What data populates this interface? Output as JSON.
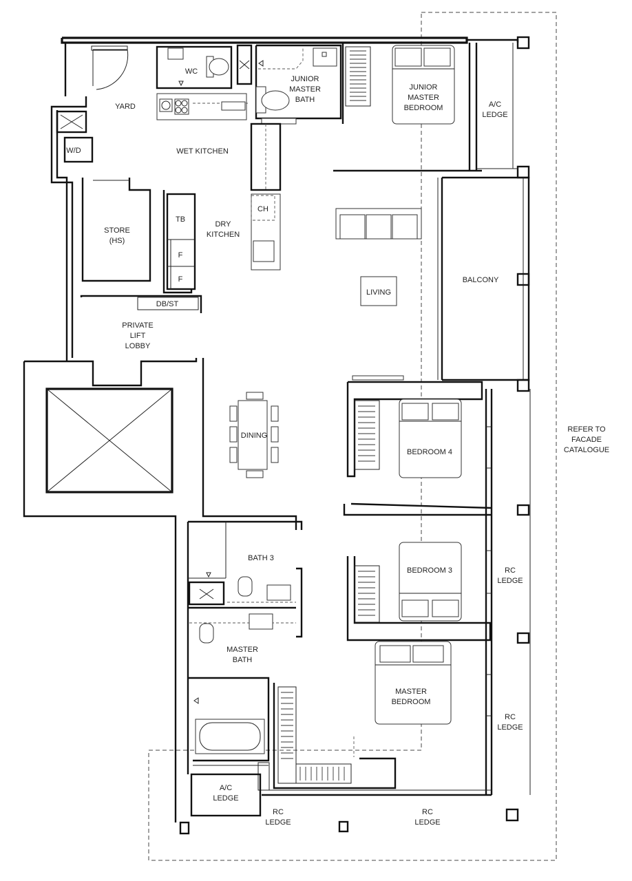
{
  "rooms": {
    "yard": "YARD",
    "wc": "WC",
    "wet_kitchen": "WET KITCHEN",
    "wd": "W/D",
    "store": [
      "STORE",
      "(HS)"
    ],
    "tb": "TB",
    "fridge_1": "F",
    "fridge_2": "F",
    "dry_kitchen": [
      "DRY",
      "KITCHEN"
    ],
    "ch": "CH",
    "db_st": "DB/ST",
    "private_lift_lobby": [
      "PRIVATE",
      "LIFT",
      "LOBBY"
    ],
    "junior_master_bath": [
      "JUNIOR",
      "MASTER",
      "BATH"
    ],
    "junior_master_bedroom": [
      "JUNIOR",
      "MASTER",
      "BEDROOM"
    ],
    "ac_ledge_top": [
      "A/C",
      "LEDGE"
    ],
    "living": "LIVING",
    "balcony": "BALCONY",
    "dining": "DINING",
    "bedroom_4": "BEDROOM 4",
    "bedroom_3": "BEDROOM 3",
    "bath_3": "BATH 3",
    "master_bath": [
      "MASTER",
      "BATH"
    ],
    "master_bedroom": [
      "MASTER",
      "BEDROOM"
    ],
    "rc_ledge_right_1": [
      "RC",
      "LEDGE"
    ],
    "rc_ledge_right_2": [
      "RC",
      "LEDGE"
    ],
    "ac_ledge_bottom": [
      "A/C",
      "LEDGE"
    ],
    "rc_ledge_bottom_1": [
      "RC",
      "LEDGE"
    ],
    "rc_ledge_bottom_2": [
      "RC",
      "LEDGE"
    ]
  },
  "notes": {
    "facade": [
      "REFER TO",
      "FACADE",
      "CATALOGUE"
    ]
  }
}
